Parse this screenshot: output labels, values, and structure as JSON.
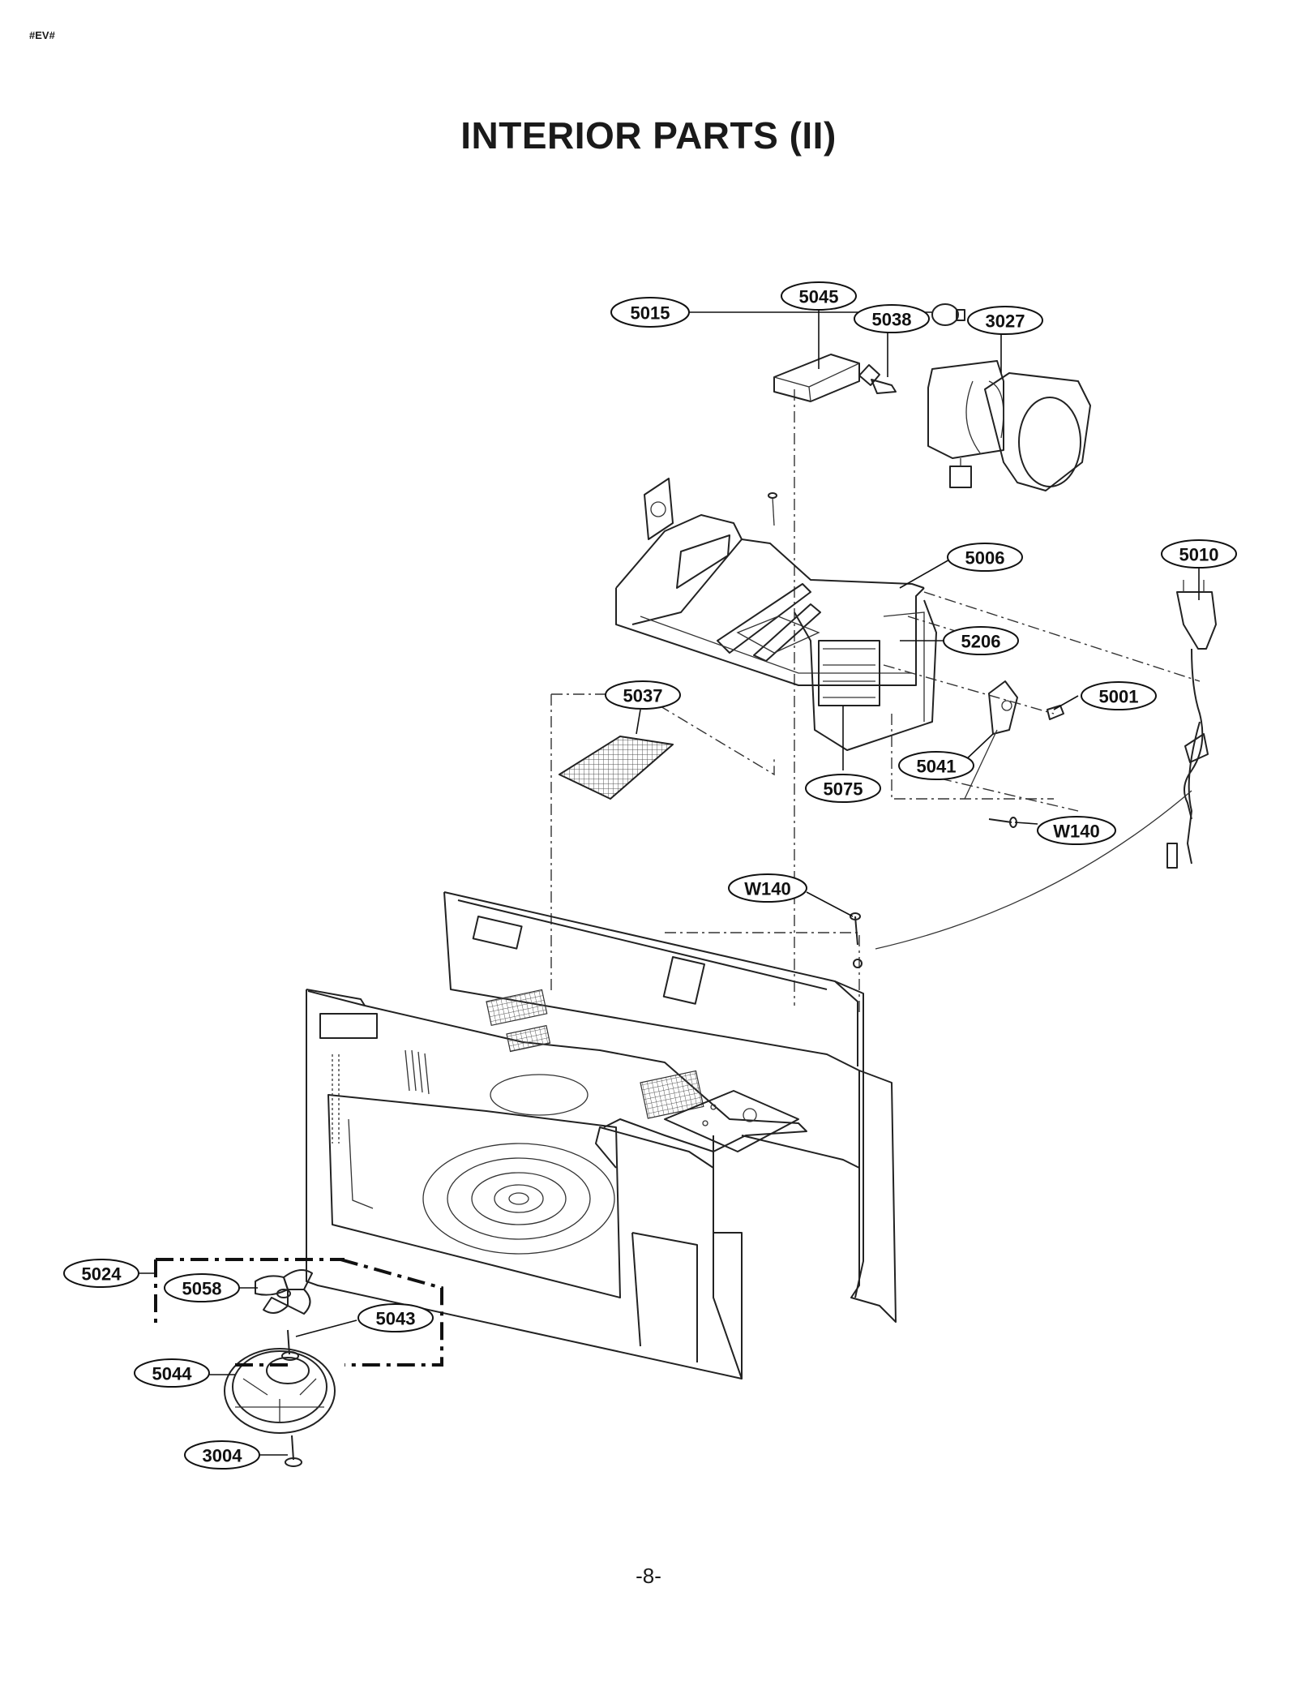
{
  "header": {
    "code": "#EV#"
  },
  "title": "INTERIOR PARTS (II)",
  "page_number": "-8-",
  "callouts": {
    "c5015": "5015",
    "c5045": "5045",
    "c5038": "5038",
    "c3027": "3027",
    "c5006": "5006",
    "c5010": "5010",
    "c5206": "5206",
    "c5037": "5037",
    "c5001": "5001",
    "c5041": "5041",
    "c5075": "5075",
    "c_w140_right": "W140",
    "c_w140_center": "W140",
    "c5024": "5024",
    "c5058": "5058",
    "c5043": "5043",
    "c5044": "5044",
    "c3004": "3004"
  }
}
